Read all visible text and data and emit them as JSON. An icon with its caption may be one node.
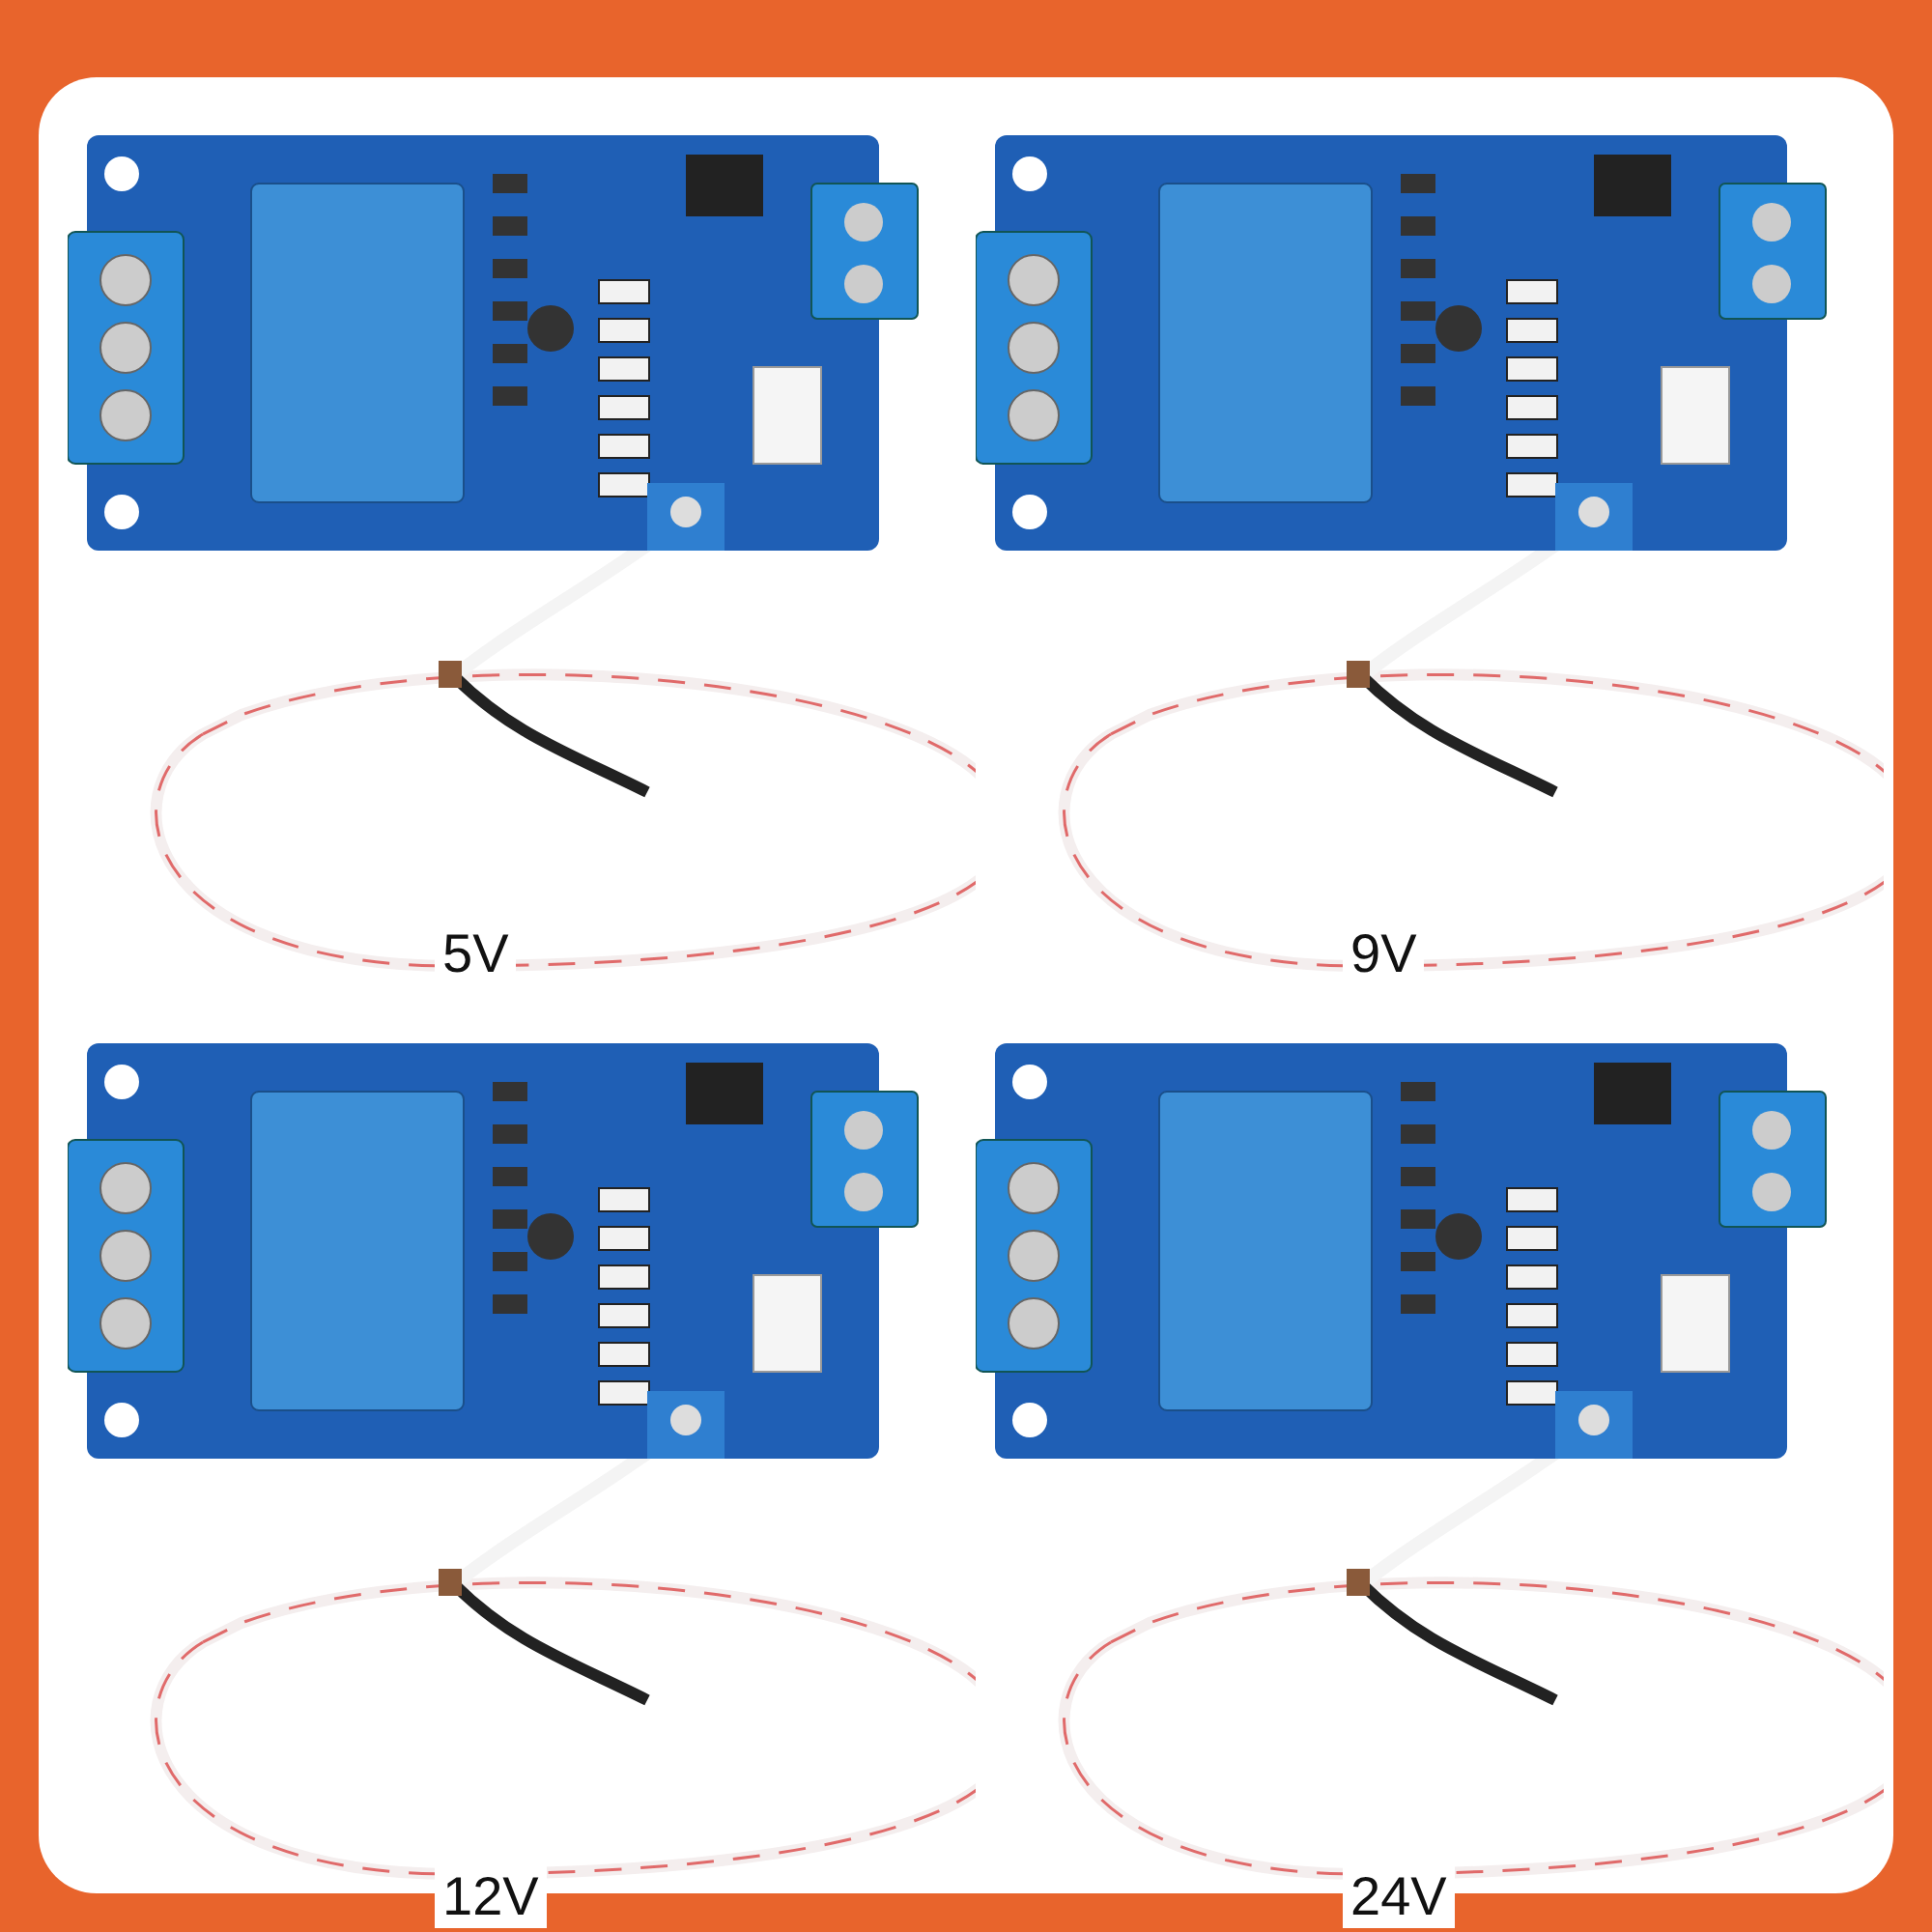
{
  "diagram": {
    "labels": [
      "5V",
      "9V",
      "12V",
      "24V"
    ]
  }
}
